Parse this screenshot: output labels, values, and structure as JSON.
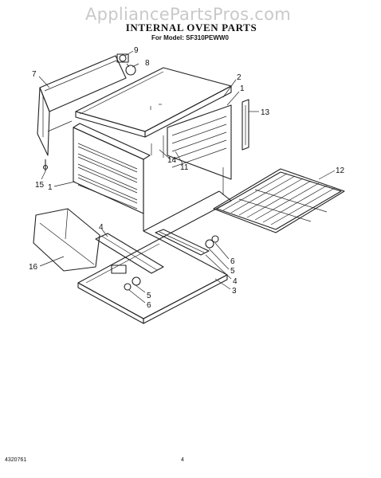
{
  "watermark": "AppliancePartsPros.com",
  "title": "INTERNAL OVEN PARTS",
  "subtitle": "For Model: SF310PEWW0",
  "footer": {
    "doc_number": "4320761",
    "page_number": "4"
  },
  "callouts": [
    {
      "id": "c9",
      "label": "9"
    },
    {
      "id": "c8",
      "label": "8"
    },
    {
      "id": "c7",
      "label": "7"
    },
    {
      "id": "c2",
      "label": "2"
    },
    {
      "id": "c1a",
      "label": "1"
    },
    {
      "id": "c13",
      "label": "13"
    },
    {
      "id": "c14",
      "label": "14"
    },
    {
      "id": "c11",
      "label": "11"
    },
    {
      "id": "c12",
      "label": "12"
    },
    {
      "id": "c15",
      "label": "15"
    },
    {
      "id": "c1b",
      "label": "1"
    },
    {
      "id": "c4a",
      "label": "4"
    },
    {
      "id": "c16",
      "label": "16"
    },
    {
      "id": "c6a",
      "label": "6"
    },
    {
      "id": "c5a",
      "label": "5"
    },
    {
      "id": "c4b",
      "label": "4"
    },
    {
      "id": "c3",
      "label": "3"
    },
    {
      "id": "c5b",
      "label": "5"
    },
    {
      "id": "c6b",
      "label": "6"
    }
  ]
}
